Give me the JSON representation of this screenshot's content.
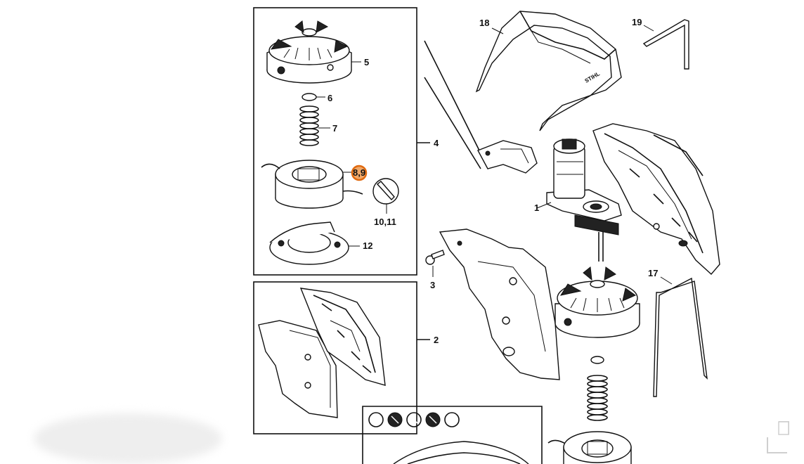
{
  "diagram": {
    "part_labels": {
      "p1": "1",
      "p2": "2",
      "p3": "3",
      "p4": "4",
      "p5": "5",
      "p6": "6",
      "p7": "7",
      "p8_9": "8,9",
      "p10_11": "10,11",
      "p12": "12",
      "p17": "17",
      "p18": "18",
      "p19": "19"
    },
    "glasses_logo": "STIHL",
    "highlight_color": "#e06a10",
    "line_color": "#111111"
  }
}
